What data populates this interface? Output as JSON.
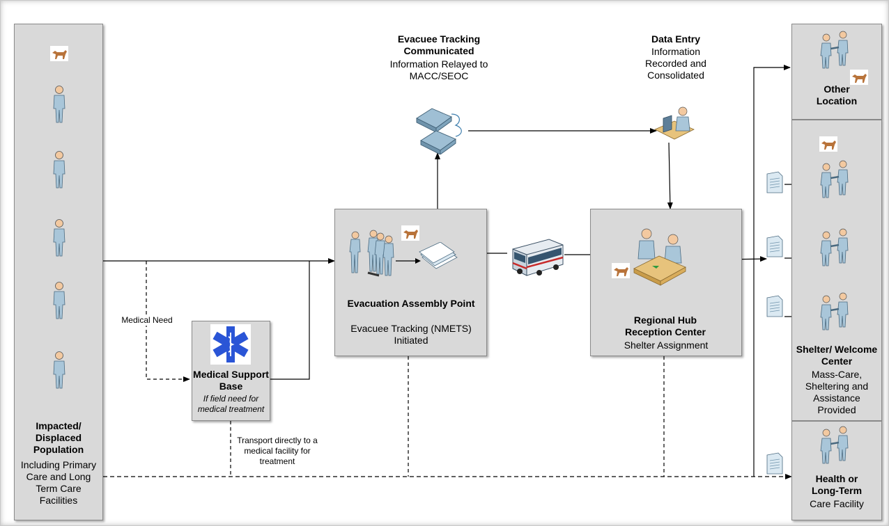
{
  "left_panel": {
    "title": "Impacted/ Displaced Population",
    "subtitle": "Including Primary Care and Long Term Care Facilities"
  },
  "medical_need_label": "Medical Need",
  "medical_base": {
    "title": "Medical Support Base",
    "subtitle": "If field need for medical treatment"
  },
  "transport_label": "Transport directly to a medical facility for treatment",
  "assembly": {
    "title": "Evacuation Assembly Point",
    "subtitle": "Evacuee Tracking (NMETS) Initiated"
  },
  "tracking": {
    "title": "Evacuee Tracking Communicated",
    "subtitle": "Information Relayed to MACC/SEOC"
  },
  "data_entry": {
    "title": "Data Entry",
    "subtitle": "Information Recorded and Consolidated"
  },
  "hub": {
    "title": "Regional Hub Reception Center",
    "subtitle": "Shelter Assignment"
  },
  "other": {
    "title": "Other Location"
  },
  "shelter": {
    "title": "Shelter/ Welcome Center",
    "subtitle": "Mass-Care, Sheltering and Assistance Provided"
  },
  "health": {
    "title": "Health or Long-Term",
    "subtitle": "Care Facility"
  },
  "colors": {
    "panel": "#d9d9d9",
    "person": "#a9c6d9",
    "dog": "#b8733a",
    "star": "#2a55d6"
  },
  "icons": [
    "person-icon",
    "dog-icon",
    "telephone-icon",
    "computer-user-icon",
    "bus-icon",
    "documents-icon",
    "reception-desk-icon",
    "handshake-icon",
    "star-of-life-icon"
  ]
}
